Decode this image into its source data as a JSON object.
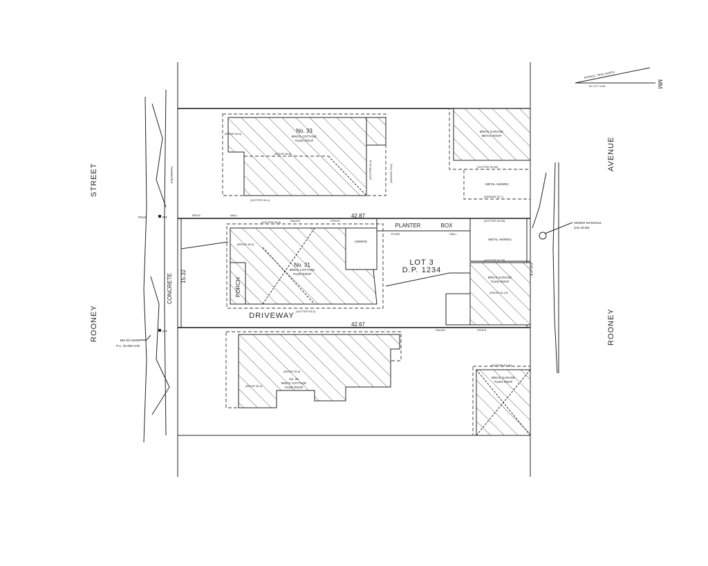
{
  "streets": {
    "left_top": "STREET",
    "left_bottom": "ROONEY",
    "right_top": "AVENUE",
    "right_bottom": "ROONEY"
  },
  "north": {
    "line1": "APPROX. TRUE NORTH",
    "line2": "BY D.P. 1234",
    "symbol": "MM"
  },
  "lot": {
    "name": "LOT 3",
    "plan": "D.P. 1234",
    "frontage_top": "42.87",
    "frontage_bottom": "42.67",
    "side_left": "15.32",
    "side_right": "15.35"
  },
  "houses": {
    "no33": [
      "No. 33",
      "BRICK COTTAGE",
      "TILED ROOF"
    ],
    "no31": [
      "No. 31",
      "BRICK COTTAGE",
      "TILED ROOF"
    ],
    "no29": [
      "No. 29",
      "BRICK COTTAGE",
      "TILED ROOF"
    ]
  },
  "garages": {
    "top": [
      "BRICK GARAGE",
      "METAL ROOF"
    ],
    "middle": [
      "BRICK GARAGE",
      "TILED ROOF"
    ],
    "bottom": [
      "BRICK GARAGE",
      "TILED ROOF"
    ]
  },
  "labels": {
    "metal_awning": "METAL AWNING",
    "awning": "AWNING",
    "porch": "PORCH",
    "planter": "PLANTER",
    "box": "BOX",
    "driveway": "DRIVEWAY",
    "concrete": "CONCRETE",
    "footpath": "FOOTPATH",
    "paling": "PALING",
    "fence": "FENCE",
    "brick": "BRICK",
    "wall": "WALL",
    "stone": "STONE",
    "pole": "POLE",
    "pit": "PIT",
    "pit2": "PIT"
  },
  "levels": {
    "ridge_33a": "(RIDGE 56.6)",
    "ridge_33b": "(RIDGE 56.8)",
    "gutter_33": "(GUTTER 54.4)",
    "gutter_33_side": "(GUTTER 54.4)",
    "awning_33": "(AWNING 53.8)",
    "gutter_31": "(GUTTER 53.8)",
    "ridge_31": "(RIDGE 56.0)",
    "gutter_31_bottom": "(GUTTER 53.5)",
    "gutter_garage_top": "(GUTTER 53.55)",
    "awning_garage_top": "(AWNING 52.7)",
    "gutter_garage_mid": "(GUTTER 53.35)",
    "ridge_garage_mid": "(RIDGE 54.15)",
    "ridge_29": "(RIDGE 56.3)",
    "ridge_29b": "(RIDGE 55.6)",
    "gutter_garage_bottom": "(GUTTER 51.90)"
  },
  "annotations": {
    "sewer": "SEWER MANHOLE",
    "sewer_lid": "(LID 49.96)",
    "bm": "BM ON KERB",
    "bm_rl": "R.L. 49.358 AHD"
  }
}
